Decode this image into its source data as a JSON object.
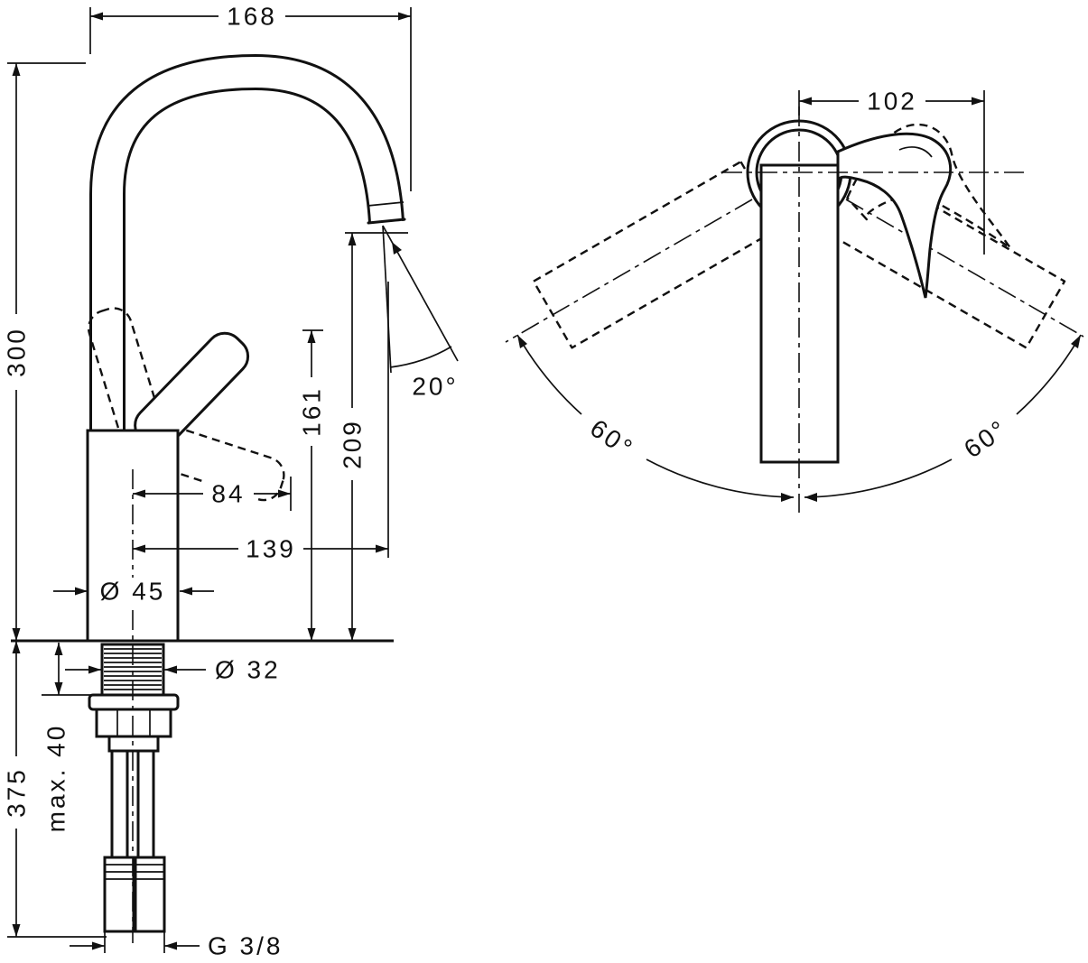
{
  "side_view": {
    "spout_reach": "168",
    "height_to_spout_top": "300",
    "height_spout_underside": "161",
    "height_outlet": "209",
    "stream_angle": "20°",
    "handle_offset": "84",
    "outlet_reach": "139",
    "body_diameter": "Ø 45",
    "shaft_diameter": "Ø 32",
    "length_below_counter": "375",
    "max_mounting_thickness": "max. 40",
    "connection_thread": "G 3/8"
  },
  "top_view": {
    "overall_width": "102",
    "swivel_angle_left": "60°",
    "swivel_angle_right": "60°"
  }
}
